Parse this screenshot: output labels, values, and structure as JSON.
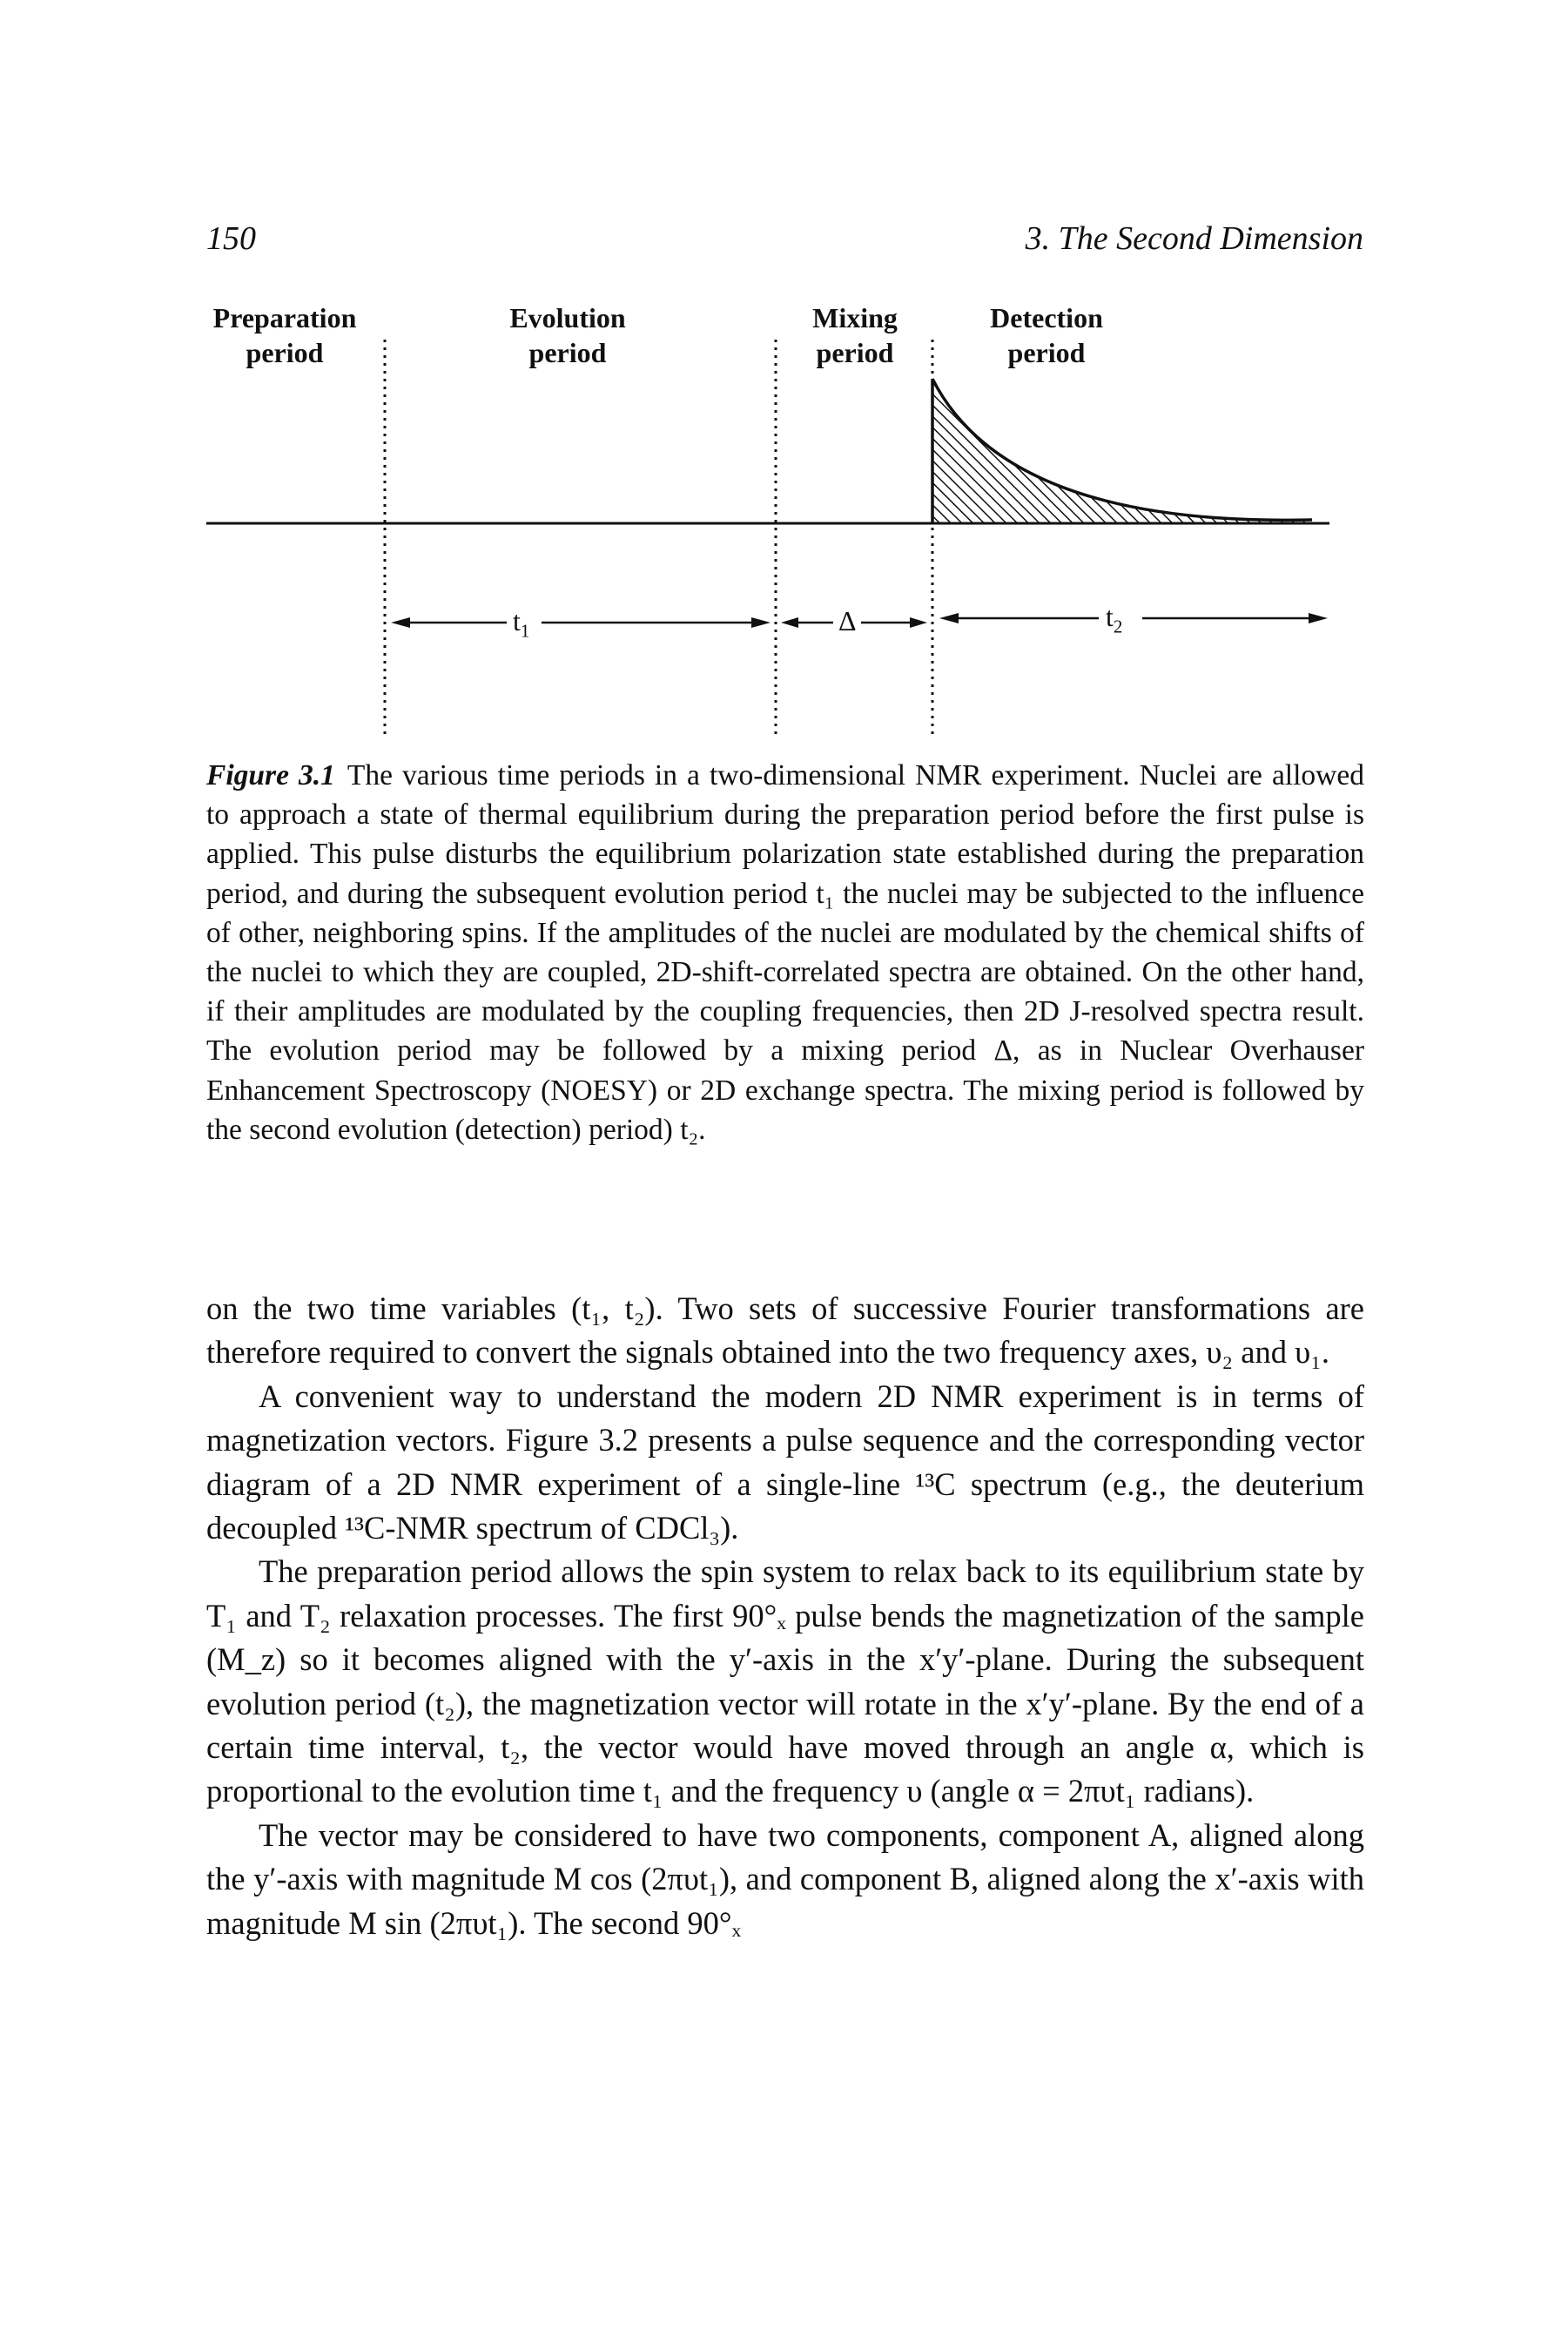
{
  "header": {
    "page_number": "150",
    "chapter_title": "3. The Second Dimension"
  },
  "figure": {
    "periods": [
      {
        "line1": "Preparation",
        "line2": "period"
      },
      {
        "line1": "Evolution",
        "line2": "period"
      },
      {
        "line1": "Mixing",
        "line2": "period"
      },
      {
        "line1": "Detection",
        "line2": "period"
      }
    ],
    "intervals": {
      "t1": "t",
      "t1_sub": "1",
      "delta": "Δ",
      "t2": "t",
      "t2_sub": "2"
    },
    "caption": {
      "label": "Figure 3.1",
      "text": "The various time periods in a two-dimensional NMR experiment. Nuclei are allowed to approach a state of thermal equilibrium during the preparation period before the first pulse is applied. This pulse disturbs the equilibrium polarization state established during the preparation period, and during the subsequent evolution period t₁ the nuclei may be subjected to the influence of other, neighboring spins. If the amplitudes of the nuclei are modulated by the chemical shifts of the nuclei to which they are coupled, 2D-shift-correlated spectra are obtained. On the other hand, if their amplitudes are modulated by the coupling frequencies, then 2D J-resolved spectra result. The evolution period may be followed by a mixing period Δ, as in Nuclear Overhauser Enhancement Spectroscopy (NOESY) or 2D exchange spectra. The mixing period is followed by the second evolution (detection) period) t₂."
    }
  },
  "body": {
    "paragraphs": [
      "on the two time variables (t₁, t₂). Two sets of successive Fourier transformations are therefore required to convert the signals obtained into the two frequency axes, υ₂ and υ₁.",
      "A convenient way to understand the modern 2D NMR experiment is in terms of magnetization vectors. Figure 3.2 presents a pulse sequence and the corresponding vector diagram of a 2D NMR experiment of a single-line ¹³C spectrum (e.g., the deuterium decoupled ¹³C-NMR spectrum of CDCl₃).",
      "The preparation period allows the spin system to relax back to its equilibrium state by T₁ and T₂ relaxation processes. The first 90°ₓ pulse bends the magnetization of the sample (M_z) so it becomes aligned with the y′-axis in the x′y′-plane. During the subsequent evolution period (t₂), the magnetization vector will rotate in the x′y′-plane. By the end of a certain time interval, t₂, the vector would have moved through an angle α, which is proportional to the evolution time t₁ and the frequency υ (angle α = 2πυt₁ radians).",
      "The vector may be considered to have two components, component A, aligned along the y′-axis with magnitude M cos (2πυt₁), and component B, aligned along the x′-axis with magnitude M sin (2πυt₁). The second 90°ₓ"
    ]
  }
}
